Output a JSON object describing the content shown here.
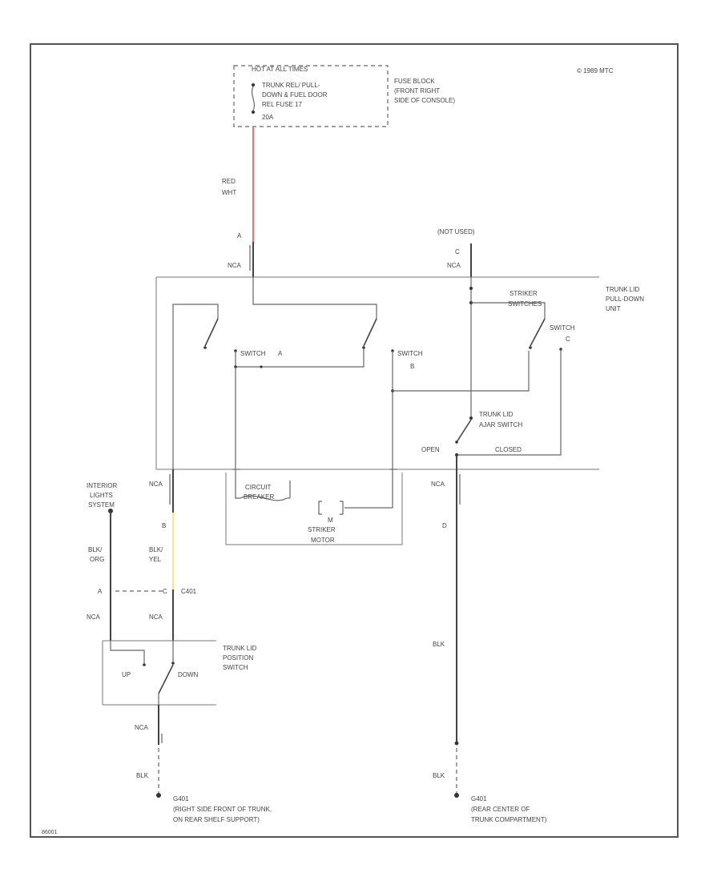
{
  "diagram": {
    "copyright": "© 1989 MTC",
    "figure_id": "86001",
    "fuse_block": {
      "hot_text": "HOT AT ALL TIMES",
      "fuse_line1": "TRUNK REL/ PULL-",
      "fuse_line2": "DOWN & FUEL DOOR",
      "fuse_line3": "REL FUSE 17",
      "fuse_line4": "20A",
      "label_line1": "FUSE BLOCK",
      "label_line2": "(FRONT RIGHT",
      "label_line3": "SIDE OF CONSOLE)"
    },
    "red_wire": {
      "color1": "RED",
      "color2": "WHT",
      "pin": "A",
      "connector": "NCA"
    },
    "not_used": {
      "text": "(NOT USED)",
      "pin": "C",
      "connector": "NCA"
    },
    "pulldown_unit": {
      "line1": "TRUNK LID",
      "line2": "PULL-DOWN",
      "line3": "UNIT"
    },
    "striker_switches": {
      "line1": "STRIKER",
      "line2": "SWITCHES"
    },
    "switch_a": "SWITCH",
    "switch_a_letter": "A",
    "switch_b": "SWITCH",
    "switch_b_letter": "B",
    "switch_c": "SWITCH",
    "switch_c_letter": "C",
    "ajar_switch": {
      "line1": "TRUNK LID",
      "line2": "AJAR SWITCH"
    },
    "open_label": "OPEN",
    "closed_label": "CLOSED",
    "circuit_breaker": {
      "line1": "CIRCUIT",
      "line2": "BREAKER"
    },
    "motor": {
      "symbol": "M",
      "line1": "STRIKER",
      "line2": "MOTOR"
    },
    "interior_lights": {
      "line1": "INTERIOR",
      "line2": "LIGHTS",
      "line3": "SYSTEM"
    },
    "left_wires": {
      "nca_top": "NCA",
      "pin_b": "B",
      "blk_org_1": "BLK/",
      "blk_org_2": "ORG",
      "blk_yel_1": "BLK/",
      "blk_yel_2": "YEL",
      "pin_a": "A",
      "pin_c": "C",
      "c401": "C401",
      "nca_left": "NCA",
      "nca_right": "NCA"
    },
    "position_switch": {
      "line1": "TRUNK LID",
      "line2": "POSITION",
      "line3": "SWITCH",
      "up": "UP",
      "down": "DOWN"
    },
    "ground_left": {
      "nca": "NCA",
      "blk": "BLK",
      "code": "G401",
      "line1": "(RIGHT SIDE FRONT OF TRUNK,",
      "line2": "ON REAR SHELF SUPPORT)"
    },
    "right_wire": {
      "nca": "NCA",
      "pin_d": "D",
      "blk_mid": "BLK",
      "blk_low": "BLK"
    },
    "ground_right": {
      "code": "G401",
      "line1": "(REAR CENTER OF",
      "line2": "TRUNK COMPARTMENT)"
    }
  }
}
